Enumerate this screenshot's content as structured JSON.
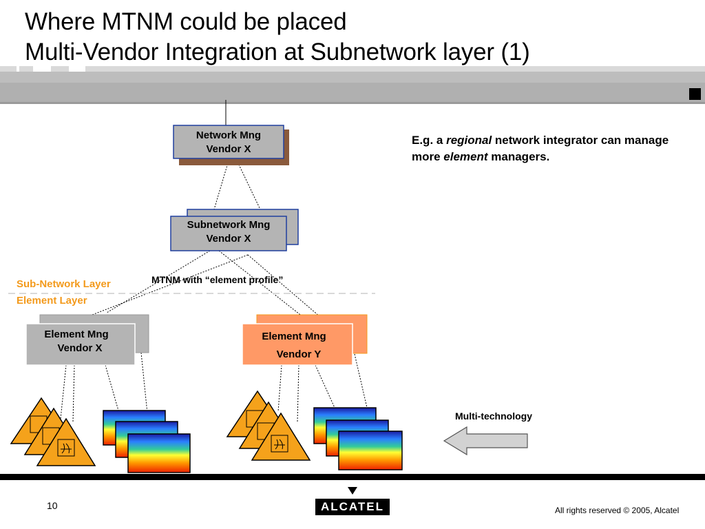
{
  "slide": {
    "title_line1": "Where MTNM could be placed",
    "title_line2": "Multi-Vendor Integration at Subnetwork layer (1)",
    "page_number": "10",
    "copyright": "All rights reserved © 2005, Alcatel",
    "logo_text": "ALCATEL"
  },
  "diagram": {
    "network_mng": {
      "line1": "Network Mng",
      "line2": "Vendor X"
    },
    "subnetwork_mng": {
      "line1": "Subnetwork Mng",
      "line2": "Vendor X"
    },
    "interface_label": "MTNM with “element profile”",
    "layer_top": "Sub-Network Layer",
    "layer_bottom": "Element Layer",
    "element_mng_x": {
      "line1": "Element Mng",
      "line2": "Vendor X"
    },
    "element_mng_y": {
      "line1": "Element Mng",
      "line2": "Vendor Y"
    },
    "multi_tech_label": "Multi-technology"
  },
  "note": {
    "prefix": "E.g. a ",
    "em1": "regional",
    "mid": " network integrator can manage more ",
    "em2": "element",
    "suffix": " managers."
  },
  "colors": {
    "accent_orange": "#f39a1c",
    "box_grey": "#b4b4b4",
    "box_border_blue": "#1f3f9f",
    "shadow_brown": "#8a5a3c",
    "vendor_y_fill": "#ff9966",
    "gray_band": "#bdbdbd"
  }
}
